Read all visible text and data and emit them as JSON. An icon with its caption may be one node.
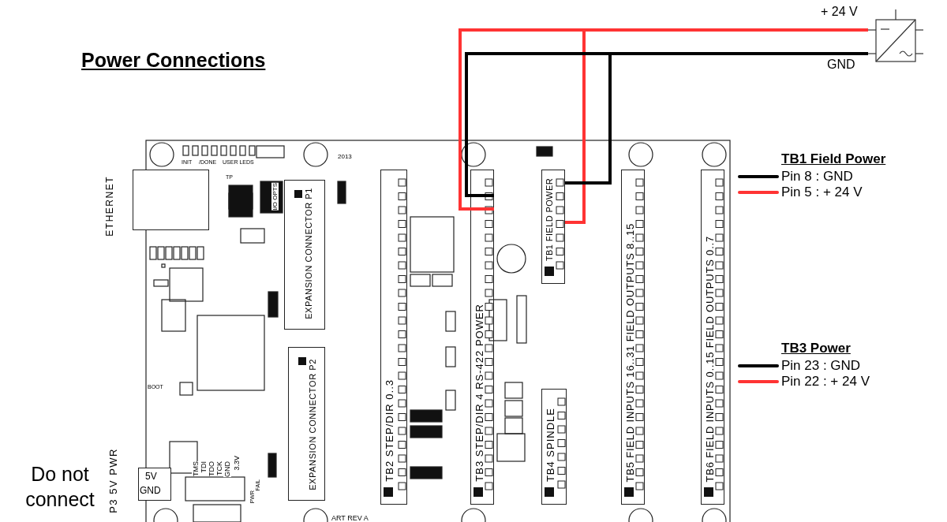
{
  "diagram": {
    "title": "Power Connections",
    "nodes": [
      {
        "text": [],
        "shape": "box"
      },
      {
        "text": [
          "ETHERNET"
        ]
      },
      {
        "text": [
          "EXPANSION CONNECTOR P1"
        ]
      },
      {
        "text": [
          "EXPANSION CONNECTOR P2"
        ]
      },
      {
        "text": [
          "TB2 STEP/DIR 0..3"
        ]
      },
      {
        "text": [
          "TB3 STEP/DIR 4 RS-422 POWER"
        ]
      },
      {
        "text": [
          "TB1 FIELD POWER"
        ]
      },
      {
        "text": [
          "TB4 SPINDLE"
        ]
      },
      {
        "text": [
          "TB5 FIELD INPUTS 16..31 FIELD OUTPUTS 8..15"
        ]
      },
      {
        "text": [
          "TB6 FIELD INPUTS 0..15 FIELD OUTPUTS 0..7"
        ]
      },
      {
        "text": [
          "P3 5V PWR",
          "5V",
          "GND"
        ],
        "beside": [
          "Do not connect"
        ]
      }
    ],
    "edges": [
      {
        "from": 0,
        "to": 5,
        "arrow": "none",
        "color": "#ff3333"
      },
      {
        "from": 0,
        "to": 6,
        "arrow": "none",
        "color": "#ff3333"
      },
      {
        "from": 0,
        "to": 5,
        "arrow": "none",
        "color": "#000000"
      },
      {
        "from": 0,
        "to": 6,
        "arrow": "none",
        "color": "#000000"
      }
    ],
    "labels": [
      "+ 24 V",
      "GND",
      "TB1 Field Power",
      "TB3 Power",
      "INIT",
      "/DONE",
      "USER LEDS",
      "2013",
      "TP",
      "I/O OPTS",
      "BOOT",
      "TMS",
      "TDI",
      "TDO",
      "TCK",
      "GND",
      "3.3V",
      "PWR",
      "FAIL",
      "ART REV A"
    ],
    "legend": [
      {
        "text": "Pin 8 : GND",
        "color": "#000000"
      },
      {
        "text": "Pin 5 : + 24 V",
        "color": "#ff3333"
      },
      {
        "text": "Pin 23 : GND",
        "color": "#000000"
      },
      {
        "text": "Pin 22 : + 24 V",
        "color": "#ff3333"
      }
    ]
  }
}
